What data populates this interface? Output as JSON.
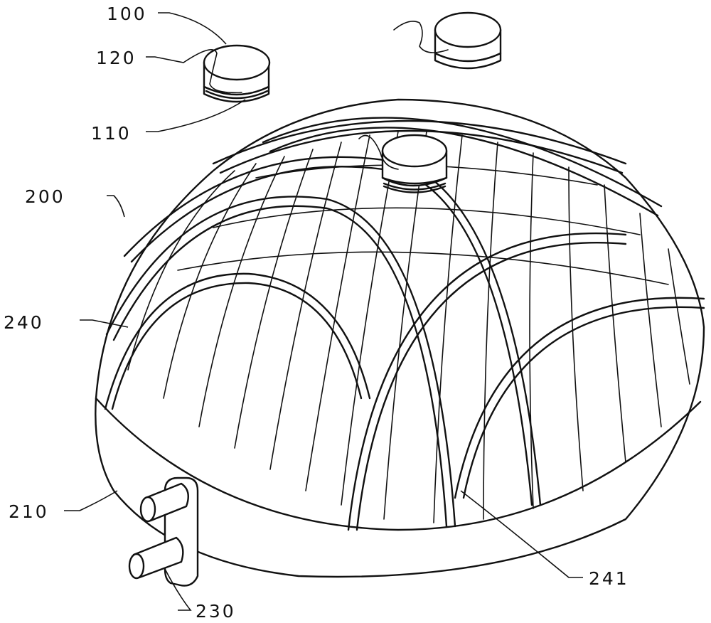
{
  "labels": {
    "sensor_module": "100",
    "sensor_wire": "120",
    "sensor_base": "110",
    "dome_assembly": "200",
    "outer_ribs": "240",
    "dome_shell": "210",
    "inner_ribs": "241",
    "outlet_pipe": "230"
  }
}
